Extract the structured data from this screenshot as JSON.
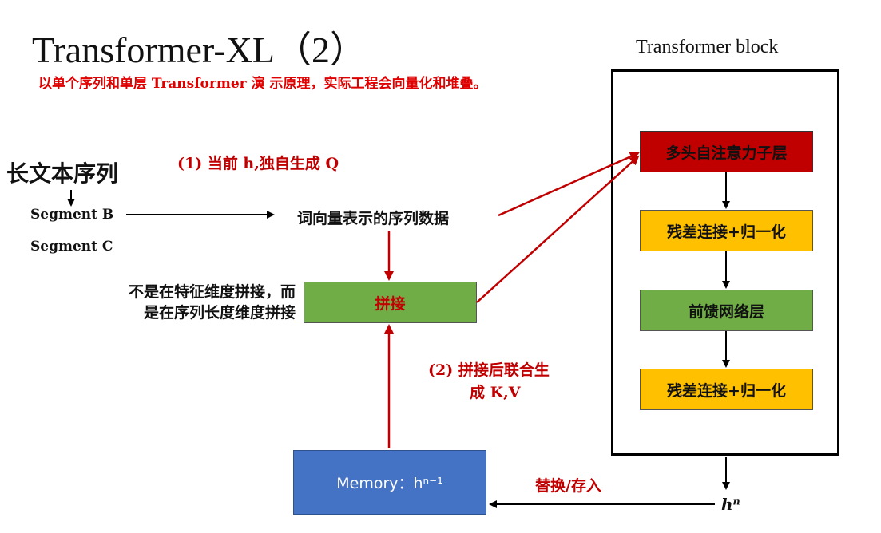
{
  "title": "Transformer-XL（2）",
  "subtitle": "以单个序列和单层 Transformer 演 示原理，实际工程会向量化和堆叠。",
  "block_title": "Transformer block",
  "block": {
    "attention": "多头自注意力子层",
    "residual_1": "残差连接+归一化",
    "ffn": "前馈网络层",
    "residual_2": "残差连接+归一化"
  },
  "left": {
    "document": "长文本序列",
    "segment_b": "Segment B",
    "segment_c": "Segment C",
    "step1": "(1) 当前 h,独自生成 Q",
    "seq_data": "词向量表示的序列数据",
    "concat": "拼接",
    "note_line1": "不是在特征维度拼接，而",
    "note_line2": "是在序列长度维度拼接",
    "step2_line1": "(2) 拼接后联合生",
    "step2_line2": "成 K,V",
    "memory": "Memory：hⁿ⁻¹",
    "replace": "替换/存入",
    "output": "hⁿ"
  },
  "colors": {
    "red_arrow": "#c00000",
    "attention_box": "#c00000",
    "residual_box": "#ffc000",
    "ffn_box": "#70ad47",
    "concat_box": "#70ad47",
    "memory_box": "#4472c4",
    "subtitle": "#e00000"
  }
}
